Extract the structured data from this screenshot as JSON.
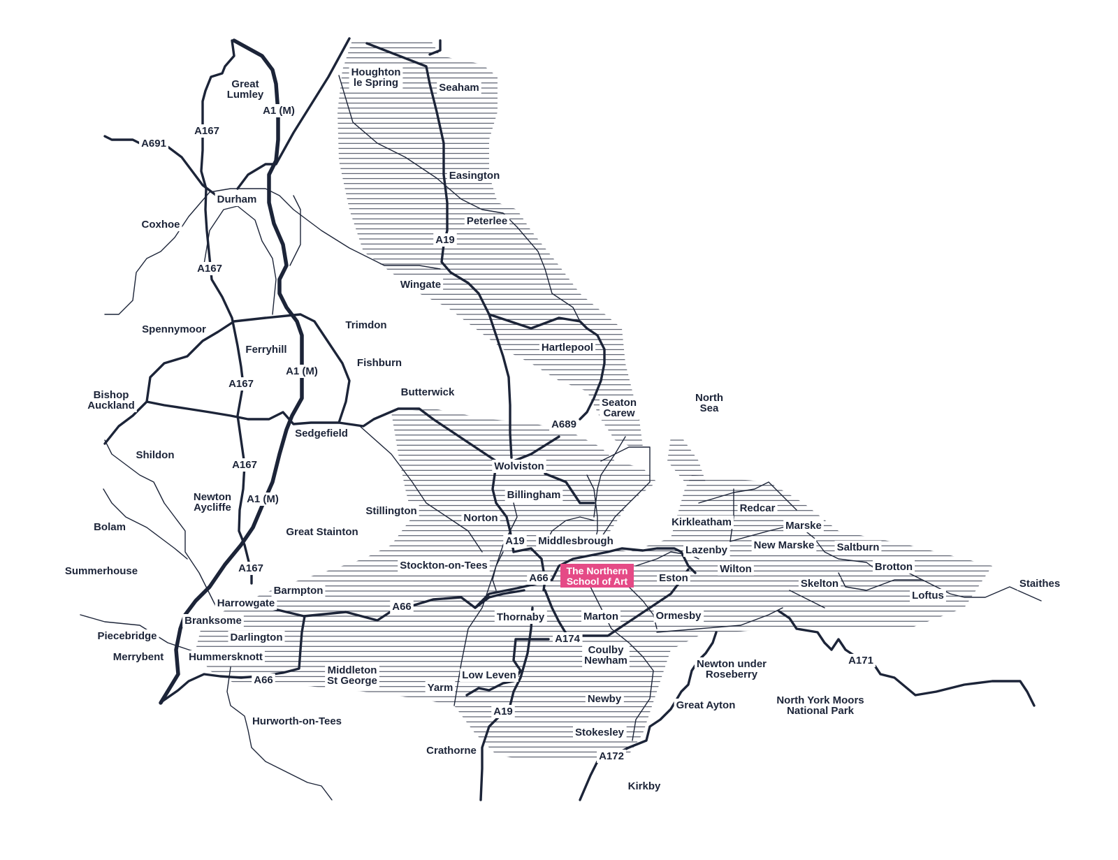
{
  "map": {
    "highlight": {
      "lines": [
        "The Northern",
        "School of Art"
      ],
      "color": "#e54a86"
    },
    "colors": {
      "ink": "#1c2438",
      "background": "#ffffff"
    },
    "labels": {
      "houghton_le_spring": [
        "Houghton",
        "le Spring"
      ],
      "seaham": [
        "Seaham"
      ],
      "great_lumley": [
        "Great",
        "Lumley"
      ],
      "a1m_1": [
        "A1 (M)"
      ],
      "a167_1": [
        "A167"
      ],
      "a691": [
        "A691"
      ],
      "easington": [
        "Easington"
      ],
      "durham": [
        "Durham"
      ],
      "coxhoe": [
        "Coxhoe"
      ],
      "peterlee": [
        "Peterlee"
      ],
      "a19_1": [
        "A19"
      ],
      "a167_2": [
        "A167"
      ],
      "wingate": [
        "Wingate"
      ],
      "trimdon": [
        "Trimdon"
      ],
      "spennymoor": [
        "Spennymoor"
      ],
      "hartlepool": [
        "Hartlepool"
      ],
      "ferryhill": [
        "Ferryhill"
      ],
      "fishburn": [
        "Fishburn"
      ],
      "a1m_2": [
        "A1 (M)"
      ],
      "a167_3": [
        "A167"
      ],
      "bishop_auckland": [
        "Bishop",
        "Auckland"
      ],
      "butterwick": [
        "Butterwick"
      ],
      "north_sea": [
        "North",
        "Sea"
      ],
      "seaton_carew": [
        "Seaton",
        "Carew"
      ],
      "a689": [
        "A689"
      ],
      "sedgefield": [
        "Sedgefield"
      ],
      "shildon": [
        "Shildon"
      ],
      "a167_4": [
        "A167"
      ],
      "wolviston": [
        "Wolviston"
      ],
      "billingham": [
        "Billingham"
      ],
      "newton_aycliffe": [
        "Newton",
        "Aycliffe"
      ],
      "a1m_3": [
        "A1 (M)"
      ],
      "stillington": [
        "Stillington"
      ],
      "norton": [
        "Norton"
      ],
      "redcar": [
        "Redcar"
      ],
      "kirkleatham": [
        "Kirkleatham"
      ],
      "marske": [
        "Marske"
      ],
      "bolam": [
        "Bolam"
      ],
      "great_stainton": [
        "Great Stainton"
      ],
      "a19_2": [
        "A19"
      ],
      "middlesbrough": [
        "Middlesbrough"
      ],
      "new_marske": [
        "New Marske"
      ],
      "saltburn": [
        "Saltburn"
      ],
      "lazenby": [
        "Lazenby"
      ],
      "stockton_on_tees": [
        "Stockton-on-Tees"
      ],
      "brotton": [
        "Brotton"
      ],
      "wilton": [
        "Wilton"
      ],
      "summerhouse": [
        "Summerhouse"
      ],
      "a167_5": [
        "A167"
      ],
      "a66_1": [
        "A66"
      ],
      "eston": [
        "Eston"
      ],
      "staithes": [
        "Staithes"
      ],
      "skelton": [
        "Skelton"
      ],
      "barmpton": [
        "Barmpton"
      ],
      "loftus": [
        "Loftus"
      ],
      "harrowgate": [
        "Harrowgate"
      ],
      "a66_2": [
        "A66"
      ],
      "thornaby": [
        "Thornaby"
      ],
      "marton": [
        "Marton"
      ],
      "ormesby": [
        "Ormesby"
      ],
      "branksome": [
        "Branksome"
      ],
      "piecebridge": [
        "Piecebridge"
      ],
      "darlington": [
        "Darlington"
      ],
      "a174": [
        "A174"
      ],
      "merrybent": [
        "Merrybent"
      ],
      "hummersknott": [
        "Hummersknott"
      ],
      "coulby_newham": [
        "Coulby",
        "Newham"
      ],
      "a171": [
        "A171"
      ],
      "newton_under_roseberry": [
        "Newton under",
        "Roseberry"
      ],
      "middleton_st_george": [
        "Middleton",
        "St George"
      ],
      "a66_3": [
        "A66"
      ],
      "low_leven": [
        "Low Leven"
      ],
      "yarm": [
        "Yarm"
      ],
      "newby": [
        "Newby"
      ],
      "north_york_moors": [
        "North York Moors",
        "National Park"
      ],
      "great_ayton": [
        "Great Ayton"
      ],
      "a19_3": [
        "A19"
      ],
      "hurworth_on_tees": [
        "Hurworth-on-Tees"
      ],
      "stokesley": [
        "Stokesley"
      ],
      "crathorne": [
        "Crathorne"
      ],
      "a172": [
        "A172"
      ],
      "kirkby": [
        "Kirkby"
      ]
    }
  }
}
